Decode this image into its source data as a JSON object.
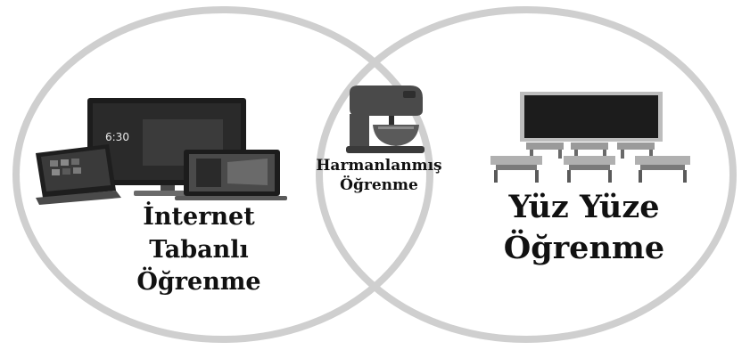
{
  "diagram": {
    "left": {
      "lines": [
        "İnternet",
        "Tabanlı",
        "Öğrenme"
      ],
      "icon": "devices-icon"
    },
    "center": {
      "lines": [
        "Harmanlanmış",
        "Öğrenme"
      ],
      "icon": "stand-mixer-icon"
    },
    "right": {
      "lines": [
        "Yüz Yüze",
        "Öğrenme"
      ],
      "icon": "classroom-icon"
    },
    "colors": {
      "circle_stroke": "#cfcfcf",
      "text": "#111111",
      "screen": "#1c1c1c",
      "device_gray": "#5a5a5a"
    }
  }
}
